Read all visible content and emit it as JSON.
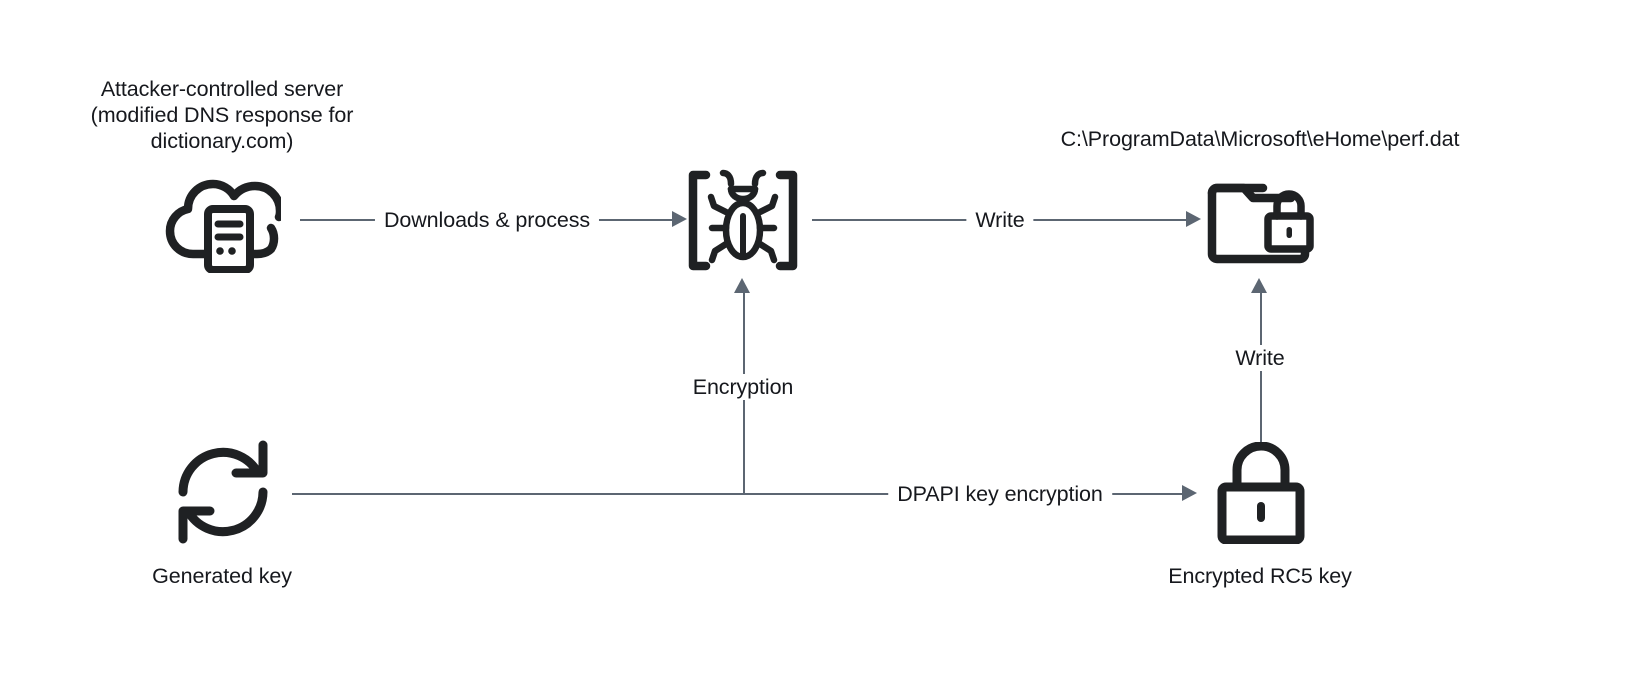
{
  "diagram": {
    "title_semantic": "malware-dns-hijack-encryption-flow",
    "background_color": "#ffffff",
    "icon_color": "#1f2123",
    "connector_color": "#5c6672",
    "text_color": "#16181d"
  },
  "nodes": {
    "attacker_server": {
      "label": "Attacker-controlled server\n(modified DNS response for\ndictionary.com)",
      "icon": "cloud-server-icon"
    },
    "malware": {
      "label": "",
      "icon": "bug-in-brackets-icon"
    },
    "encrypted_file": {
      "label": "C:\\ProgramData\\Microsoft\\eHome\\perf.dat",
      "icon": "folder-lock-icon"
    },
    "generated_key": {
      "label": "Generated key",
      "icon": "refresh-cycle-icon"
    },
    "encrypted_rc5_key": {
      "label": "Encrypted RC5 key",
      "icon": "padlock-icon"
    }
  },
  "edges": {
    "downloads_process": "Downloads & process",
    "write_top": "Write",
    "encryption": "Encryption",
    "dpapi_key_encryption": "DPAPI key encryption",
    "write_key": "Write"
  }
}
